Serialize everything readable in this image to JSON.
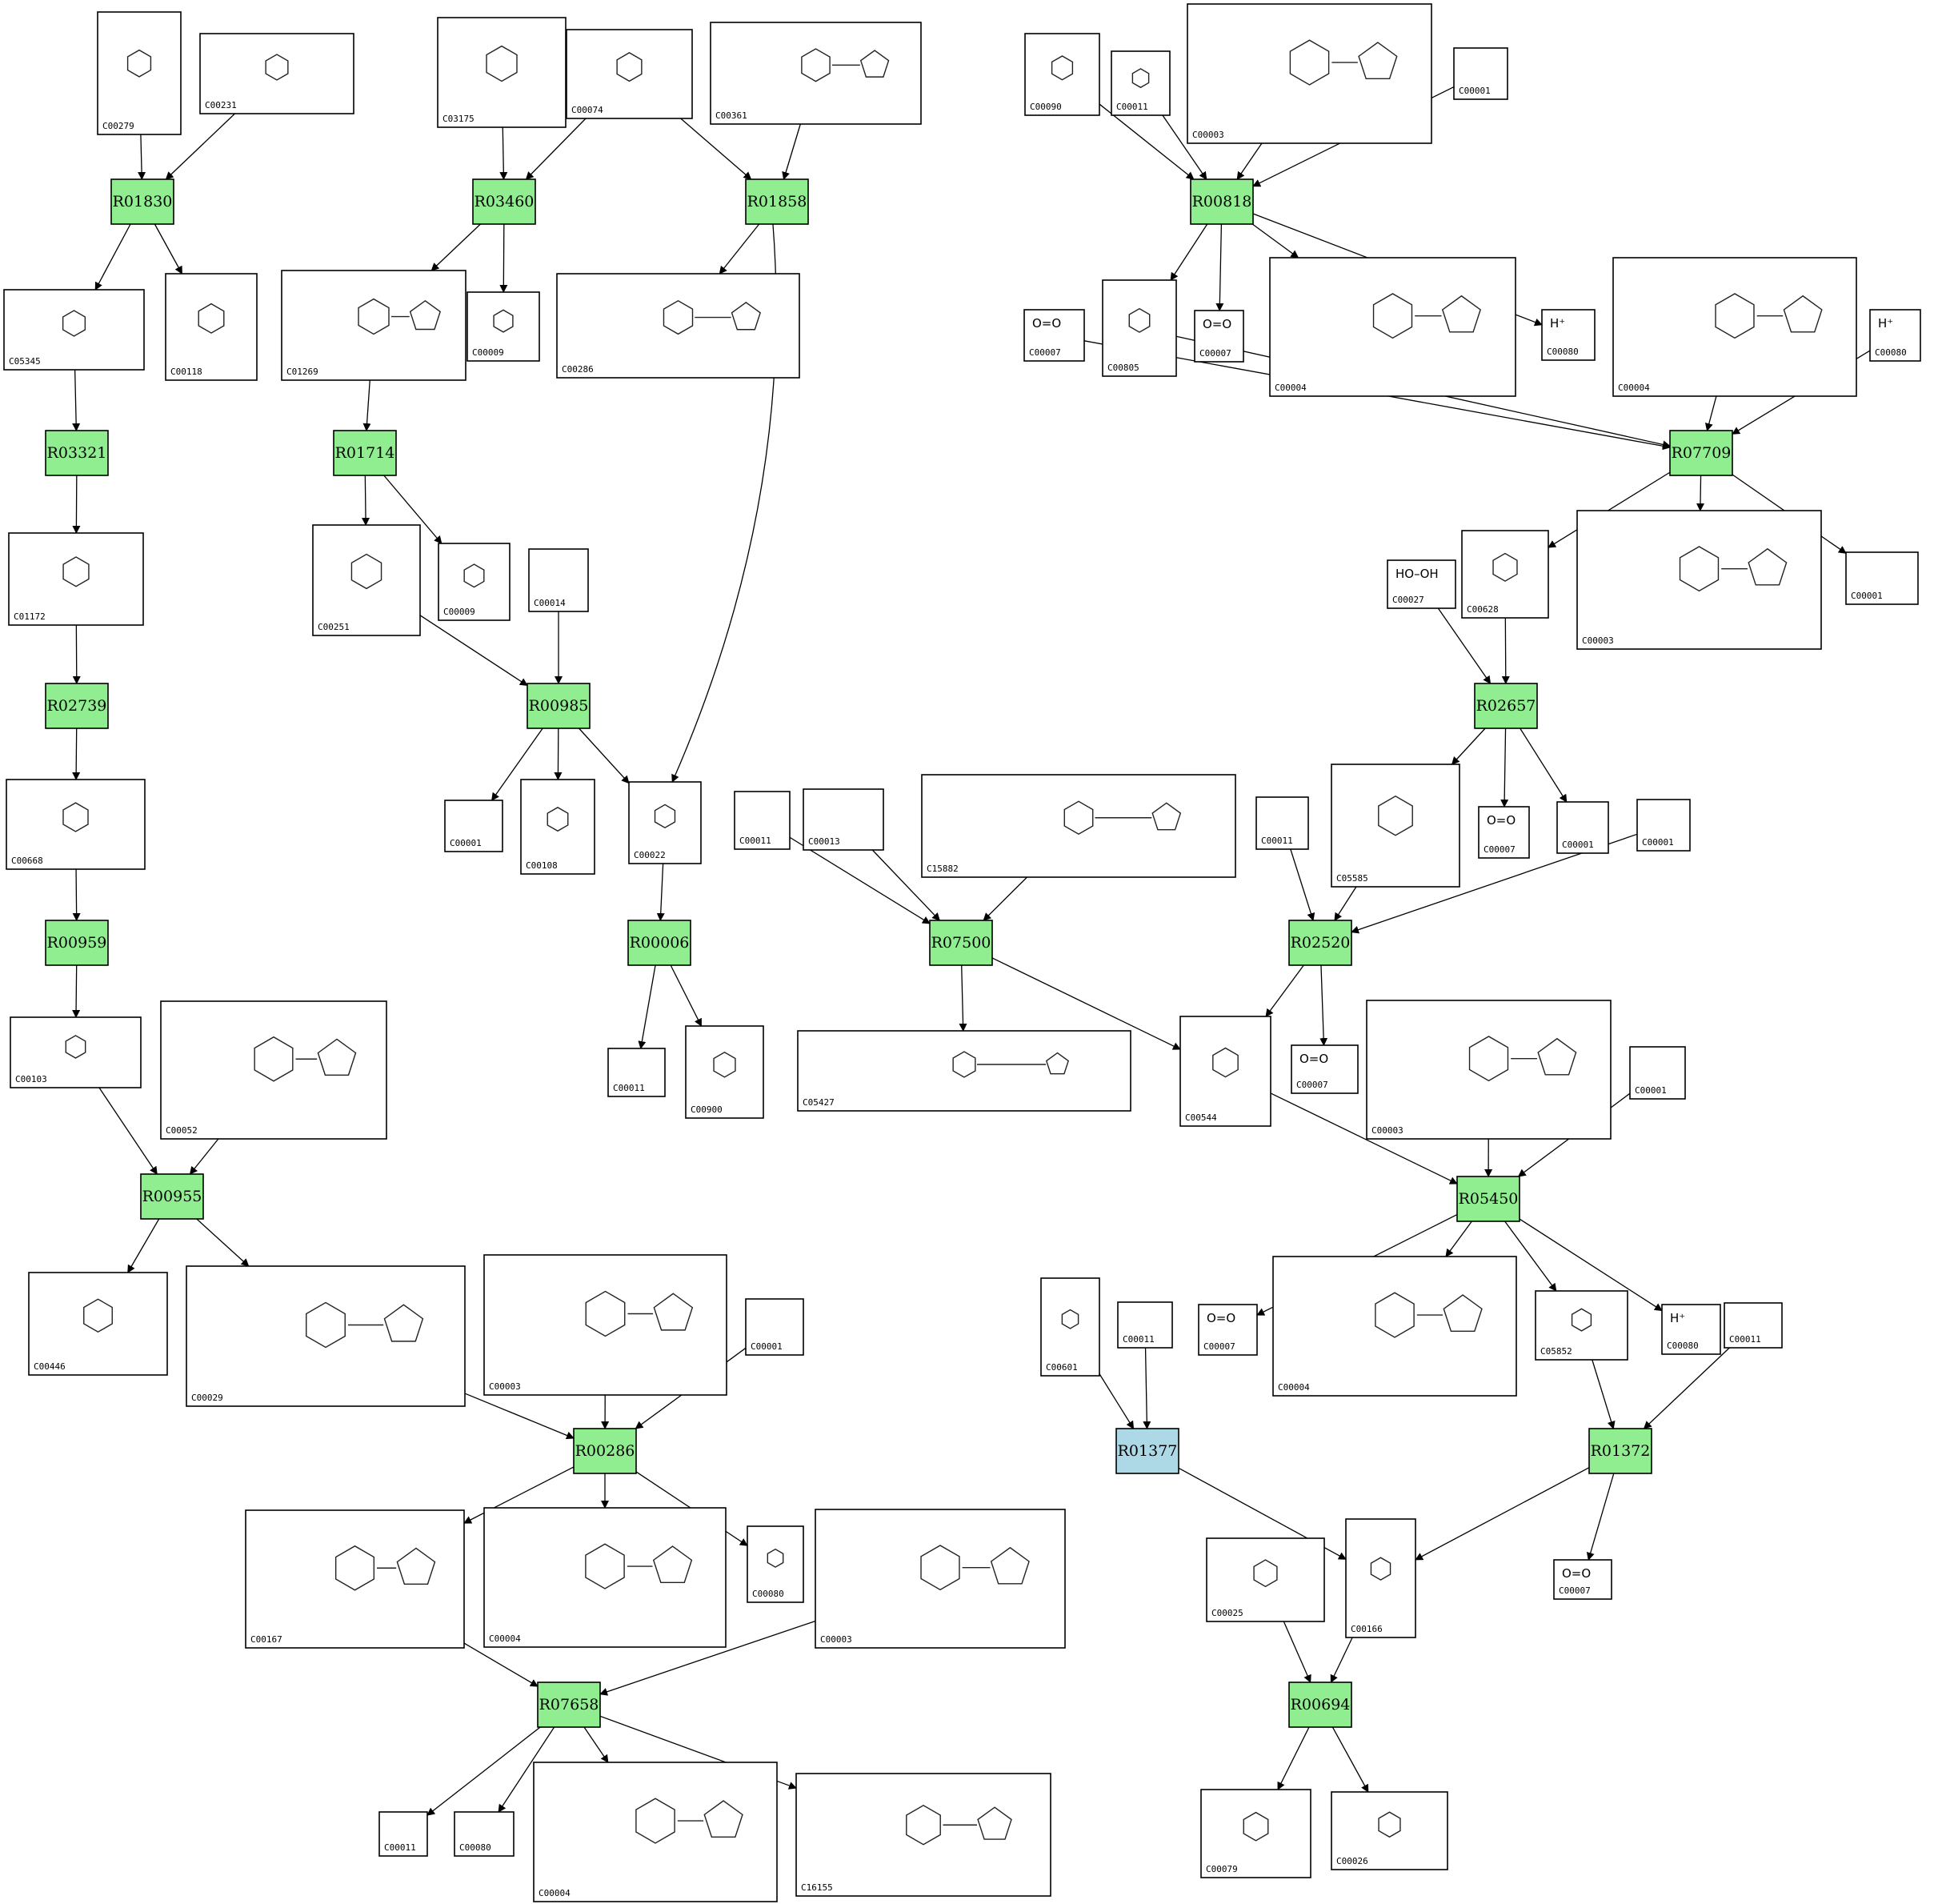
{
  "colors": {
    "reaction": "#90EE90",
    "reaction_alt": "#ADD8E6",
    "stroke": "#000000"
  },
  "reactions": [
    {
      "id": "R01830",
      "color": "#90EE90"
    },
    {
      "id": "R03460",
      "color": "#90EE90"
    },
    {
      "id": "R01858",
      "color": "#90EE90"
    },
    {
      "id": "R03321",
      "color": "#90EE90"
    },
    {
      "id": "R01714",
      "color": "#90EE90"
    },
    {
      "id": "R02739",
      "color": "#90EE90"
    },
    {
      "id": "R00985",
      "color": "#90EE90"
    },
    {
      "id": "R00959",
      "color": "#90EE90"
    },
    {
      "id": "R00006",
      "color": "#90EE90"
    },
    {
      "id": "R07500",
      "color": "#90EE90"
    },
    {
      "id": "R00955",
      "color": "#90EE90"
    },
    {
      "id": "R00286",
      "color": "#90EE90"
    },
    {
      "id": "R07658",
      "color": "#90EE90"
    },
    {
      "id": "R00818",
      "color": "#90EE90"
    },
    {
      "id": "R07709",
      "color": "#90EE90"
    },
    {
      "id": "R02657",
      "color": "#90EE90"
    },
    {
      "id": "R02520",
      "color": "#90EE90"
    },
    {
      "id": "R05450",
      "color": "#90EE90"
    },
    {
      "id": "R01377",
      "color": "#ADD8E6"
    },
    {
      "id": "R01372",
      "color": "#90EE90"
    },
    {
      "id": "R00694",
      "color": "#90EE90"
    }
  ],
  "compounds": [
    {
      "id": "C00279",
      "formula": "",
      "icon": "carbohydrate-phosphate-structure"
    },
    {
      "id": "C00231",
      "formula": "",
      "icon": "pentulose-phosphate-structure"
    },
    {
      "id": "C03175",
      "formula": "",
      "icon": "shikimate-phosphate-structure"
    },
    {
      "id": "C00074",
      "formula": "",
      "icon": "phosphoenolpyruvate-structure"
    },
    {
      "id": "C00361",
      "formula": "",
      "icon": "dGDP-structure"
    },
    {
      "id": "C05345",
      "formula": "",
      "icon": "fructofuranose-phosphate-structure"
    },
    {
      "id": "C00118",
      "formula": "",
      "icon": "glyceraldehyde-phosphate-structure"
    },
    {
      "id": "C01269",
      "formula": "",
      "icon": "epsp-structure"
    },
    {
      "id": "C00009",
      "formula": "",
      "icon": "phosphate-structure"
    },
    {
      "id": "C00286",
      "formula": "",
      "icon": "dGTP-structure"
    },
    {
      "id": "C01172",
      "formula": "",
      "icon": "hexose-phosphate-structure"
    },
    {
      "id": "C00251",
      "formula": "",
      "icon": "chorismate-structure"
    },
    {
      "id": "C00009",
      "formula": "",
      "icon": "phosphate-structure"
    },
    {
      "id": "C00014",
      "formula": "",
      "icon": "ammonia-structure"
    },
    {
      "id": "C00668",
      "formula": "",
      "icon": "hexose-phosphate-structure"
    },
    {
      "id": "C00001",
      "formula": "",
      "icon": "water-structure"
    },
    {
      "id": "C00108",
      "formula": "",
      "icon": "anthranilate-structure"
    },
    {
      "id": "C00022",
      "formula": "",
      "icon": "pyruvate-structure"
    },
    {
      "id": "C00011",
      "formula": "",
      "icon": "co2-structure"
    },
    {
      "id": "C00013",
      "formula": "",
      "icon": "diphosphate-structure"
    },
    {
      "id": "C15882",
      "formula": "",
      "icon": "prenyl-hydroquinone-structure"
    },
    {
      "id": "C00103",
      "formula": "",
      "icon": "hexose-1-phosphate-structure"
    },
    {
      "id": "C00052",
      "formula": "",
      "icon": "udp-sugar-structure"
    },
    {
      "id": "C00011",
      "formula": "",
      "icon": "co2-structure"
    },
    {
      "id": "C00900",
      "formula": "",
      "icon": "acetolactate-structure"
    },
    {
      "id": "C05427",
      "formula": "",
      "icon": "phytyl-diphosphate-structure"
    },
    {
      "id": "C00446",
      "formula": "",
      "icon": "hexose-1-phosphate-structure"
    },
    {
      "id": "C00029",
      "formula": "",
      "icon": "udp-glucose-structure"
    },
    {
      "id": "C00003",
      "formula": "",
      "icon": "nad-structure"
    },
    {
      "id": "C00001",
      "formula": "",
      "icon": "water-structure"
    },
    {
      "id": "C00167",
      "formula": "",
      "icon": "udp-glucuronate-structure"
    },
    {
      "id": "C00004",
      "formula": "",
      "icon": "nadh-structure"
    },
    {
      "id": "C00080",
      "formula": "",
      "icon": "proton-structure"
    },
    {
      "id": "C00003",
      "formula": "",
      "icon": "nad-structure"
    },
    {
      "id": "C00011",
      "formula": "",
      "icon": "co2-structure"
    },
    {
      "id": "C00080",
      "formula": "",
      "icon": "proton-structure"
    },
    {
      "id": "C00004",
      "formula": "",
      "icon": "nadh-structure"
    },
    {
      "id": "C16155",
      "formula": "",
      "icon": "udp-keto-pentose-structure"
    },
    {
      "id": "C00090",
      "formula": "",
      "icon": "catechol-structure"
    },
    {
      "id": "C00011",
      "formula": "",
      "icon": "co2-structure"
    },
    {
      "id": "C00003",
      "formula": "",
      "icon": "nad-structure"
    },
    {
      "id": "C00001",
      "formula": "",
      "icon": "water-structure"
    },
    {
      "id": "C00007",
      "formula": "O=O",
      "icon": "oxygen-structure"
    },
    {
      "id": "C00805",
      "formula": "",
      "icon": "salicylate-structure"
    },
    {
      "id": "C00007",
      "formula": "O=O",
      "icon": "oxygen-structure"
    },
    {
      "id": "C00004",
      "formula": "",
      "icon": "nadh-structure"
    },
    {
      "id": "C00080",
      "formula": "H⁺",
      "icon": "proton-structure"
    },
    {
      "id": "C00004",
      "formula": "",
      "icon": "nadh-structure"
    },
    {
      "id": "C00080",
      "formula": "H⁺",
      "icon": "proton-structure"
    },
    {
      "id": "C00628",
      "formula": "",
      "icon": "gentisate-structure"
    },
    {
      "id": "C00003",
      "formula": "",
      "icon": "nad-structure"
    },
    {
      "id": "C00001",
      "formula": "",
      "icon": "water-structure"
    },
    {
      "id": "C00027",
      "formula": "HO–OH",
      "icon": "hydrogen-peroxide-structure"
    },
    {
      "id": "C05585",
      "formula": "",
      "icon": "gentisate-aldehyde-structure"
    },
    {
      "id": "C00007",
      "formula": "O=O",
      "icon": "oxygen-structure"
    },
    {
      "id": "C00001",
      "formula": "",
      "icon": "water-structure"
    },
    {
      "id": "C00011",
      "formula": "",
      "icon": "co2-structure"
    },
    {
      "id": "C00001",
      "formula": "",
      "icon": "water-structure"
    },
    {
      "id": "C00544",
      "formula": "",
      "icon": "homogentisate-structure"
    },
    {
      "id": "C00007",
      "formula": "O=O",
      "icon": "oxygen-structure"
    },
    {
      "id": "C00003",
      "formula": "",
      "icon": "nad-structure"
    },
    {
      "id": "C00001",
      "formula": "",
      "icon": "water-structure"
    },
    {
      "id": "C00007",
      "formula": "O=O",
      "icon": "oxygen-structure"
    },
    {
      "id": "C00004",
      "formula": "",
      "icon": "nadh-structure"
    },
    {
      "id": "C05852",
      "formula": "",
      "icon": "hydroxyphenylacetate-structure"
    },
    {
      "id": "C00080",
      "formula": "H⁺",
      "icon": "proton-structure"
    },
    {
      "id": "C00601",
      "formula": "",
      "icon": "phenylacetaldehyde-structure"
    },
    {
      "id": "C00011",
      "formula": "",
      "icon": "co2-structure"
    },
    {
      "id": "C00011",
      "formula": "",
      "icon": "co2-structure"
    },
    {
      "id": "C00025",
      "formula": "",
      "icon": "glutamate-structure"
    },
    {
      "id": "C00166",
      "formula": "",
      "icon": "phenylpyruvate-structure"
    },
    {
      "id": "C00007",
      "formula": "O=O",
      "icon": "oxygen-structure"
    },
    {
      "id": "C00079",
      "formula": "",
      "icon": "phenylalanine-structure"
    },
    {
      "id": "C00026",
      "formula": "",
      "icon": "oxoglutarate-structure"
    }
  ]
}
